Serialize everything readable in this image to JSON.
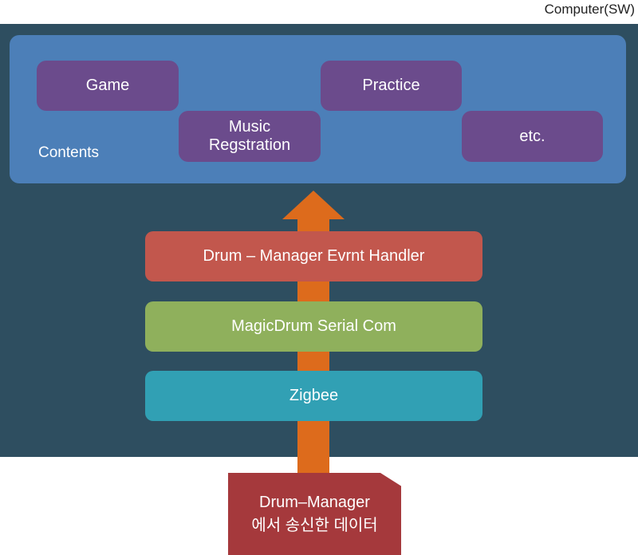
{
  "title": "Computer(SW)",
  "contents": {
    "label": "Contents",
    "items": {
      "game": "Game",
      "practice": "Practice",
      "music_line1": "Music",
      "music_line2": "Regstration",
      "etc": "etc."
    }
  },
  "layers": {
    "handler": "Drum – Manager Evrnt Handler",
    "serial": "MagicDrum Serial Com",
    "zigbee": "Zigbee"
  },
  "source": {
    "line1": "Drum–Manager",
    "line2": "에서 송신한 데이터"
  },
  "colors": {
    "panel": "#2e4e60",
    "contents_area": "#4c7fb8",
    "content_item": "#6b4b8c",
    "handler_layer": "#c2574d",
    "serial_layer": "#8fb05c",
    "zigbee_layer": "#31a0b4",
    "arrow": "#dd6b1c",
    "source": "#a5393c"
  }
}
